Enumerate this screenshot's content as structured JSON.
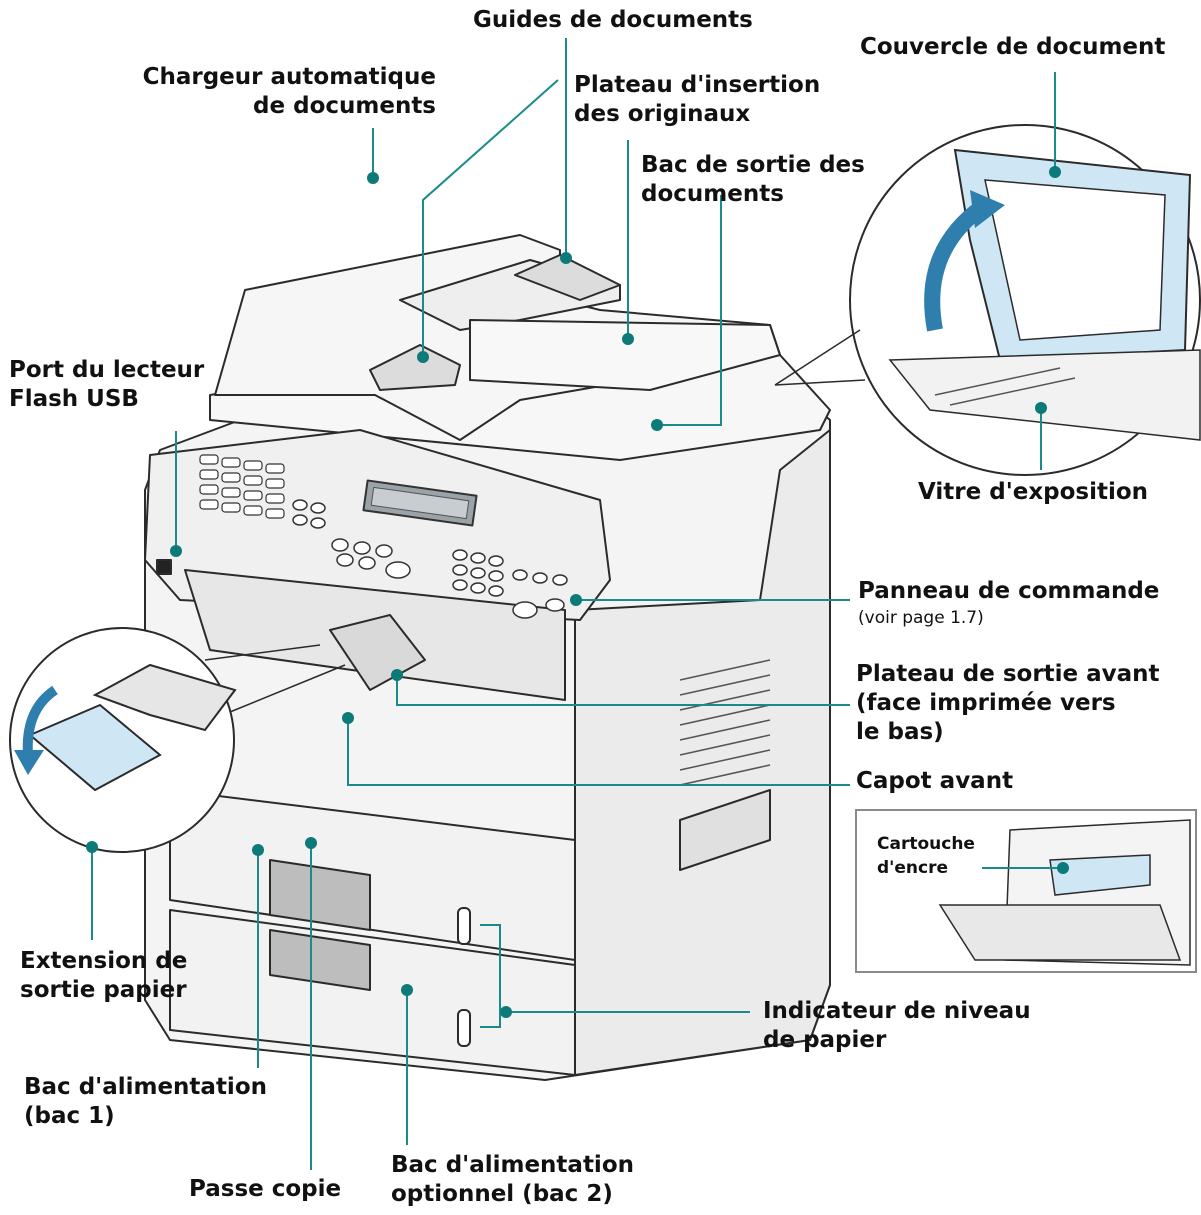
{
  "labels": {
    "guides": "Guides de documents",
    "cover": "Couvercle de document",
    "adf": [
      "Chargeur automatique",
      "de documents"
    ],
    "insert_tray": [
      "Plateau d'insertion",
      "des originaux"
    ],
    "output_docs": [
      "Bac de sortie des",
      "documents"
    ],
    "usb_port": [
      "Port du lecteur",
      "Flash USB"
    ],
    "glass": "Vitre d'exposition",
    "control_panel": "Panneau de commande",
    "control_panel_ref": "(voir page 1.7)",
    "front_output": [
      "Plateau de sortie avant",
      "(face imprimée vers",
      "le bas)"
    ],
    "front_cover": "Capot avant",
    "toner": [
      "Cartouche",
      "d'encre"
    ],
    "paper_ext": [
      "Extension de",
      "sortie papier"
    ],
    "paper_level": [
      "Indicateur de niveau",
      "de papier"
    ],
    "tray1": [
      "Bac d'alimentation",
      "(bac 1)"
    ],
    "bypass": "Passe copie",
    "tray2": [
      "Bac d'alimentation",
      "optionnel (bac 2)"
    ]
  },
  "colors": {
    "leader": "#1a8a8a",
    "dot": "#0d7a7a",
    "body": "#f3f3f3",
    "outline": "#2b2b2b",
    "blue": "#2f7fae",
    "pale_blue": "#cfe6f4"
  }
}
